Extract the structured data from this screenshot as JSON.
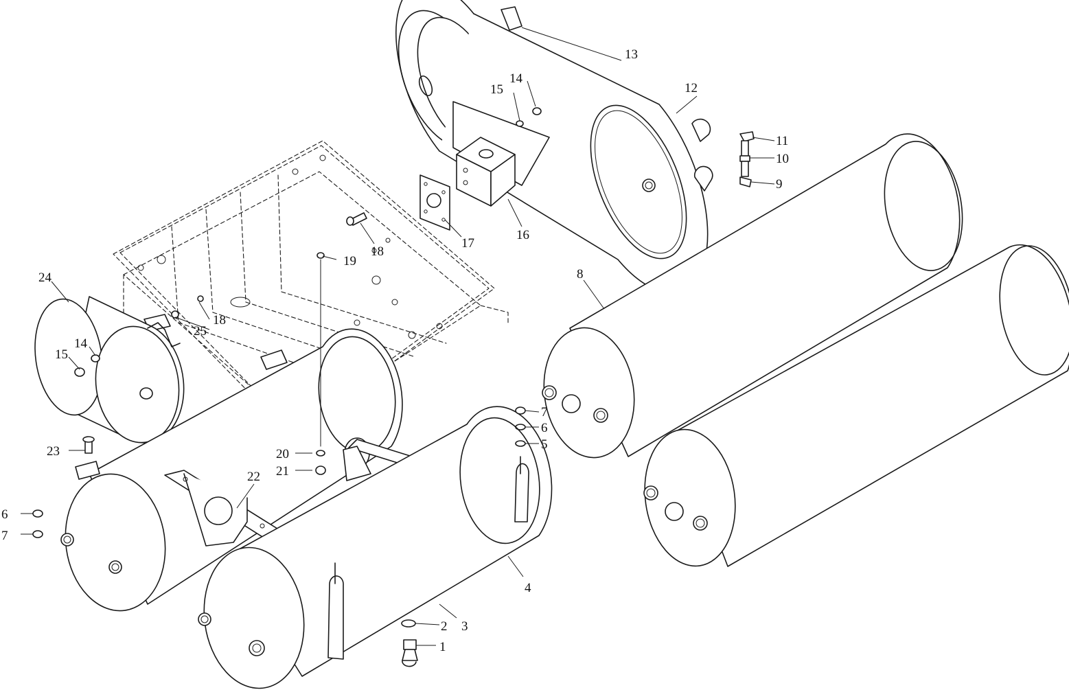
{
  "diagram": {
    "callouts": [
      {
        "id": "c1",
        "label": "1"
      },
      {
        "id": "c2",
        "label": "2"
      },
      {
        "id": "c3",
        "label": "3"
      },
      {
        "id": "c4",
        "label": "4"
      },
      {
        "id": "c5",
        "label": "5"
      },
      {
        "id": "c6a",
        "label": "6"
      },
      {
        "id": "c6b",
        "label": "6"
      },
      {
        "id": "c7a",
        "label": "7"
      },
      {
        "id": "c7b",
        "label": "7"
      },
      {
        "id": "c8",
        "label": "8"
      },
      {
        "id": "c9",
        "label": "9"
      },
      {
        "id": "c10",
        "label": "10"
      },
      {
        "id": "c11",
        "label": "11"
      },
      {
        "id": "c12",
        "label": "12"
      },
      {
        "id": "c13",
        "label": "13"
      },
      {
        "id": "c14a",
        "label": "14"
      },
      {
        "id": "c14b",
        "label": "14"
      },
      {
        "id": "c15a",
        "label": "15"
      },
      {
        "id": "c15b",
        "label": "15"
      },
      {
        "id": "c16",
        "label": "16"
      },
      {
        "id": "c17",
        "label": "17"
      },
      {
        "id": "c18a",
        "label": "18"
      },
      {
        "id": "c18b",
        "label": "18"
      },
      {
        "id": "c19",
        "label": "19"
      },
      {
        "id": "c20",
        "label": "20"
      },
      {
        "id": "c21",
        "label": "21"
      },
      {
        "id": "c22",
        "label": "22"
      },
      {
        "id": "c23",
        "label": "23"
      },
      {
        "id": "c24",
        "label": "24"
      },
      {
        "id": "c25",
        "label": "25"
      }
    ]
  }
}
